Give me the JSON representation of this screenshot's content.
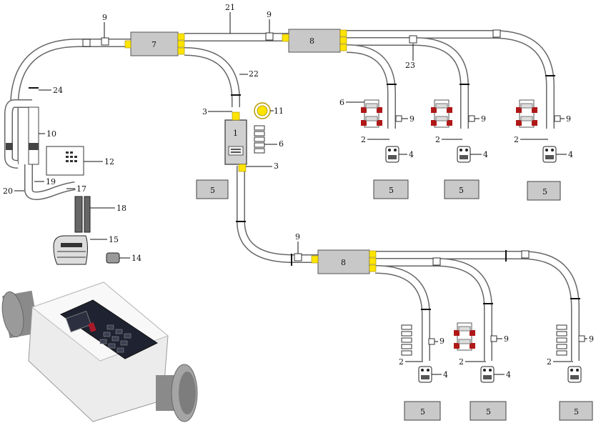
{
  "callouts": {
    "n1": "1",
    "n2": "2",
    "n3": "3",
    "n4": "4",
    "n5": "5",
    "n6": "6",
    "n7": "7",
    "n8": "8",
    "n9": "9",
    "n10": "10",
    "n11": "11",
    "n12": "12",
    "n14": "14",
    "n15": "15",
    "n17": "17",
    "n18": "18",
    "n19": "19",
    "n20": "20",
    "n21": "21",
    "n22": "22",
    "n23": "23",
    "n24": "24"
  },
  "icons": {
    "central_unit": "vacuum-power-unit-icon",
    "inlet_valve": "inlet-valve-icon",
    "tool_holder": "tool-holder-rack-icon",
    "wall_valve": "wall-inlet-icon",
    "sensor": "sensor-button-icon",
    "separator": "separator-icon",
    "control_panel": "control-panel-icon",
    "product_photo": "device-photo-icon"
  },
  "colors": {
    "pipe": "#666666",
    "hub": "#c8c8c8",
    "connector": "#ffe400",
    "accessory": "#b01818"
  }
}
